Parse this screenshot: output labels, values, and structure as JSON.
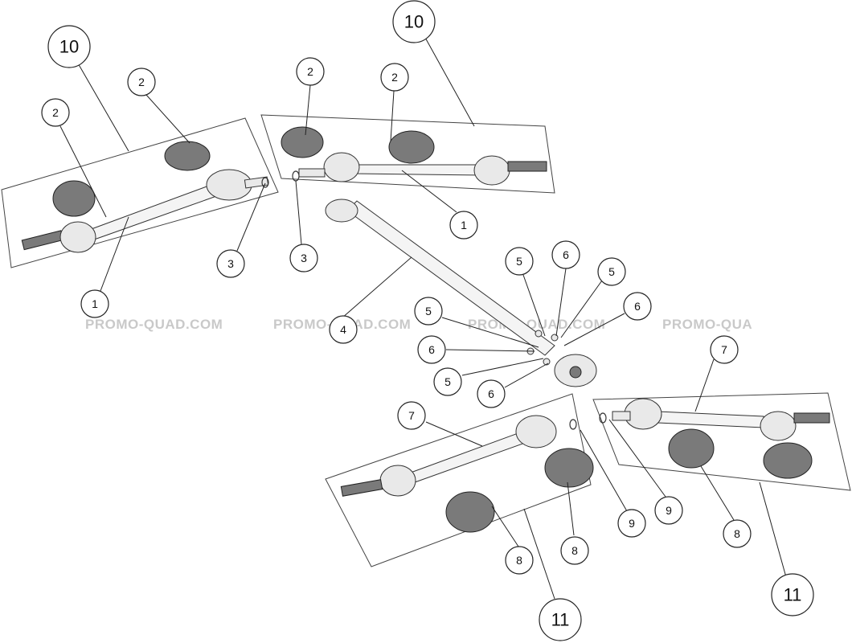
{
  "watermark": "PROMO-QUAD.COM",
  "watermark_tail": "PROMO-QUA",
  "callouts": {
    "c10a": "10",
    "c2a": "2",
    "c2b": "2",
    "c3a": "3",
    "c1a": "1",
    "c10b": "10",
    "c2c": "2",
    "c2d": "2",
    "c3b": "3",
    "c1b": "1",
    "c4": "4",
    "c5a": "5",
    "c6a": "6",
    "c5b": "5",
    "c6b": "6",
    "c5c": "5",
    "c6c": "6",
    "c5d": "5",
    "c6d": "6",
    "c7a": "7",
    "c7b": "7",
    "c8a": "8",
    "c8b": "8",
    "c8c": "8",
    "c9a": "9",
    "c9b": "9",
    "c11a": "11",
    "c11b": "11"
  }
}
